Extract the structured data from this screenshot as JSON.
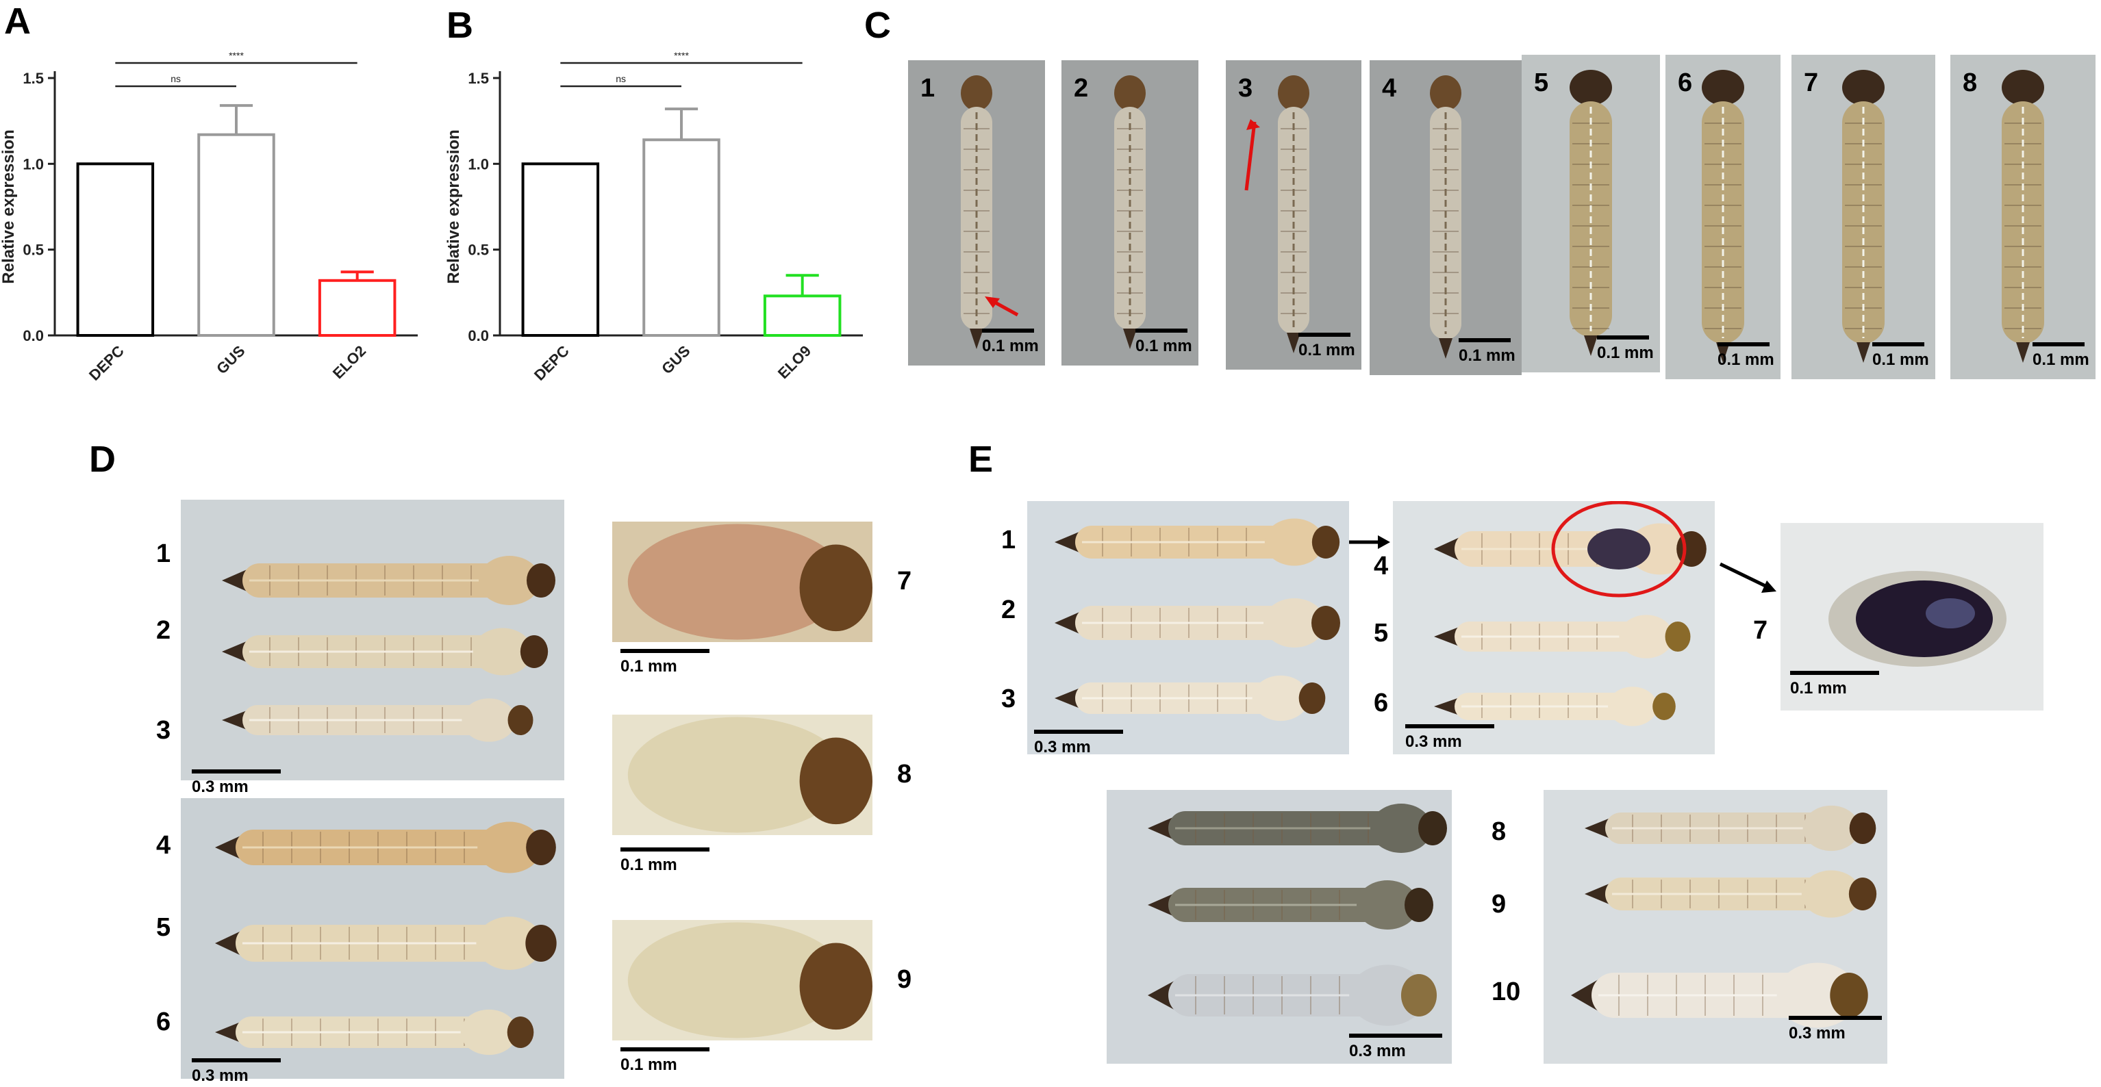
{
  "panels": {
    "a": "A",
    "b": "B",
    "c": "C",
    "d": "D",
    "e": "E"
  },
  "chart_data": [
    {
      "type": "bar",
      "panel": "A",
      "categories": [
        "DEPC",
        "GUS",
        "ELO2"
      ],
      "values": [
        1.0,
        1.17,
        0.32
      ],
      "errors": [
        0.0,
        0.17,
        0.05
      ],
      "colors": [
        "#000000",
        "#9a9a9a",
        "#ff2020"
      ],
      "ylabel": "Relative expression",
      "ylim": [
        0,
        1.5
      ],
      "yticks": [
        "0.0",
        "0.5",
        "1.0",
        "1.5"
      ],
      "significance": [
        {
          "label": "ns",
          "from": "DEPC",
          "to": "GUS"
        },
        {
          "label": "****",
          "from": "DEPC",
          "to": "ELO2"
        }
      ]
    },
    {
      "type": "bar",
      "panel": "B",
      "categories": [
        "DEPC",
        "GUS",
        "ELO9"
      ],
      "values": [
        1.0,
        1.14,
        0.23
      ],
      "errors": [
        0.0,
        0.18,
        0.12
      ],
      "colors": [
        "#000000",
        "#9a9a9a",
        "#22e022"
      ],
      "ylabel": "Relative expression",
      "ylim": [
        0,
        1.5
      ],
      "yticks": [
        "0.0",
        "0.5",
        "1.0",
        "1.5"
      ],
      "significance": [
        {
          "label": "ns",
          "from": "DEPC",
          "to": "GUS"
        },
        {
          "label": "****",
          "from": "DEPC",
          "to": "ELO9"
        }
      ]
    }
  ],
  "panelC": {
    "labels": [
      "1",
      "2",
      "3",
      "4",
      "5",
      "6",
      "7",
      "8"
    ],
    "scale": "0.1 mm"
  },
  "panelD": {
    "labels_left": [
      "1",
      "2",
      "3",
      "4",
      "5",
      "6"
    ],
    "labels_right": [
      "7",
      "8",
      "9"
    ],
    "scale_large": "0.3 mm",
    "scale_small": "0.1 mm"
  },
  "panelE": {
    "labels_a": [
      "1",
      "2",
      "3"
    ],
    "labels_b": [
      "4",
      "5",
      "6"
    ],
    "label_c": "7",
    "labels_d": [
      "8",
      "9",
      "10"
    ],
    "scale_large": "0.3 mm",
    "scale_small": "0.1 mm"
  }
}
